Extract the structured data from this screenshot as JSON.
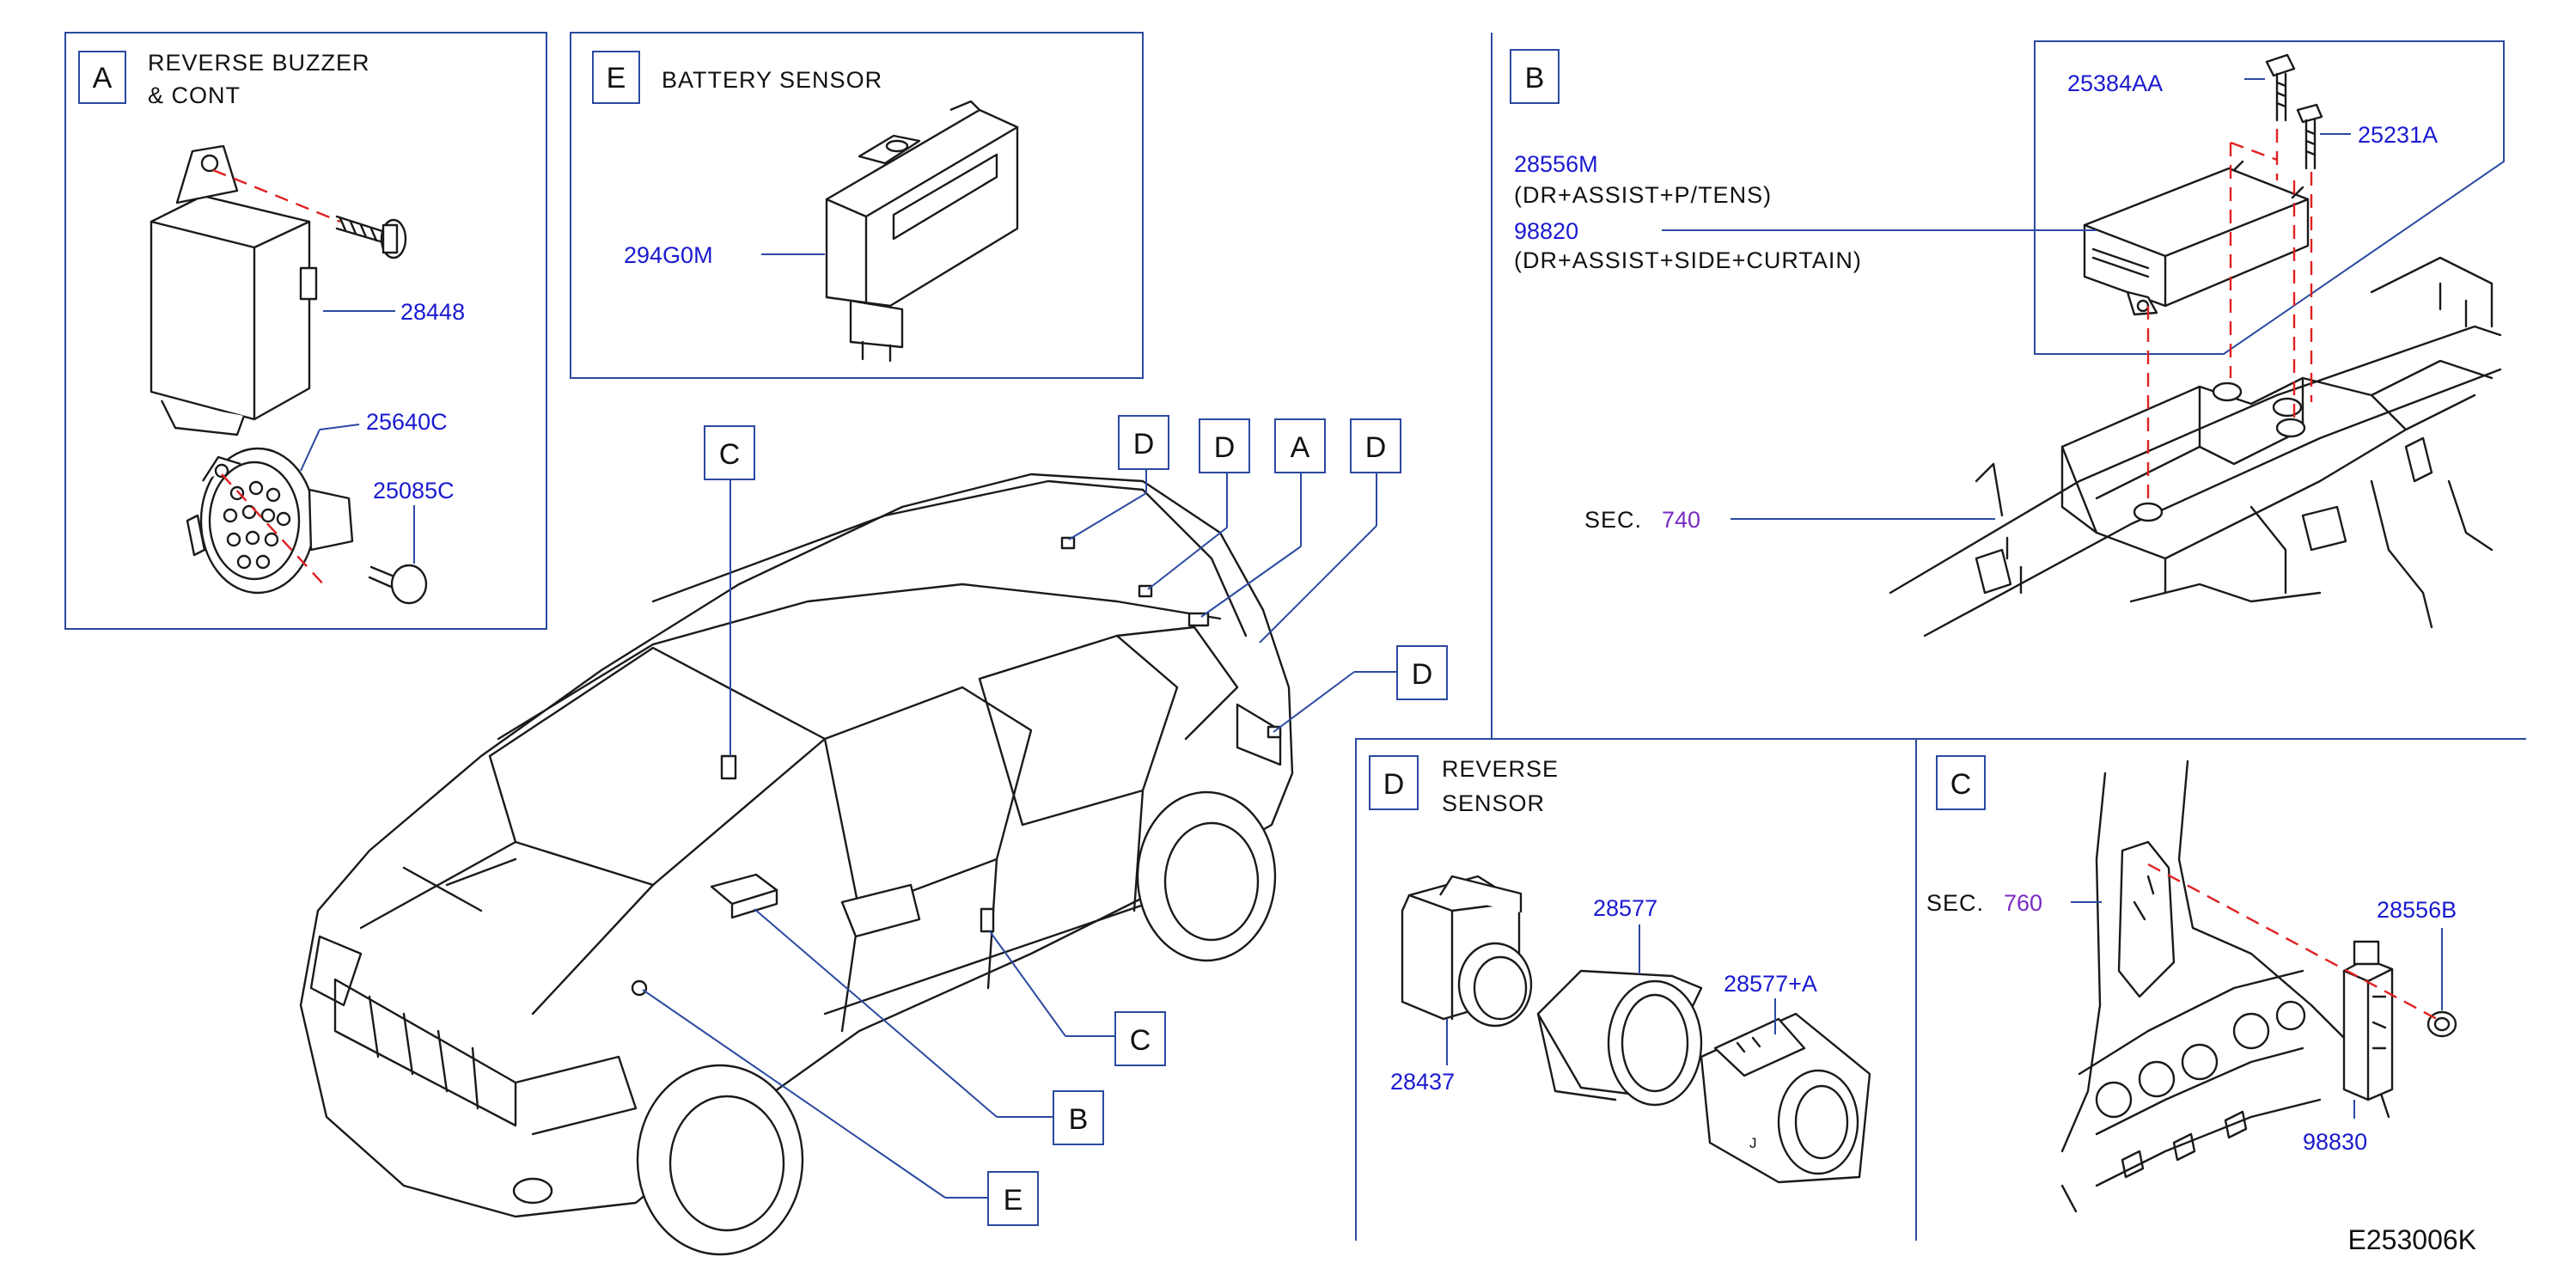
{
  "panels": {
    "A": {
      "key": "A",
      "title_line1": "REVERSE BUZZER",
      "title_line2": "& CONT",
      "parts": {
        "cont": "28448",
        "buzzer": "25640C",
        "screw": "25085C"
      }
    },
    "E": {
      "key": "E",
      "title": "BATTERY SENSOR",
      "parts": {
        "sensor": "294G0M"
      }
    },
    "B": {
      "key": "B",
      "parts": {
        "bolt1": "25384AA",
        "bolt2": "25231A",
        "unit1": "28556M",
        "unit2": "98820"
      },
      "notes": {
        "unit1": "(DR+ASSIST+P/TENS)",
        "unit2": "(DR+ASSIST+SIDE+CURTAIN)"
      },
      "sec_prefix": "SEC.",
      "sec_number": "740"
    },
    "D": {
      "key": "D",
      "title_line1": "REVERSE",
      "title_line2": "SENSOR",
      "parts": {
        "sensor": "28437",
        "holder": "28577",
        "bracket": "28577+A"
      },
      "inner_mark": "J"
    },
    "C": {
      "key": "C",
      "sec_prefix": "SEC.",
      "sec_number": "760",
      "parts": {
        "sensor": "28556B",
        "bracket": "98830"
      }
    }
  },
  "vehicle_callouts": [
    "C",
    "D",
    "D",
    "A",
    "D",
    "D",
    "C",
    "B",
    "E"
  ],
  "drawing_code": "E253006K",
  "colors": {
    "frame": "#2b4aa0",
    "part_number": "#1a1ad0",
    "section_ref": "#7a2bc4",
    "dashed_axis": "#e02020",
    "ink": "#1a1a1a"
  }
}
